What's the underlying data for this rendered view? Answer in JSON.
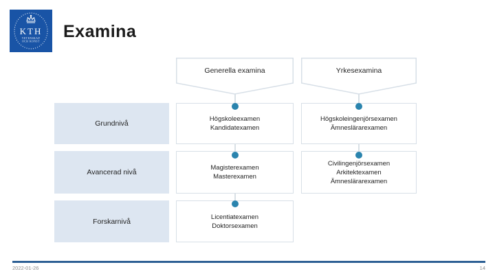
{
  "slide": {
    "title": "Examina",
    "date": "2022-01-26",
    "page_number": "14"
  },
  "logo": {
    "text": "KTH",
    "subtext1": "VETENSKAP",
    "subtext2": "OCH KONST"
  },
  "diagram": {
    "column_headers": [
      {
        "label": "Generella examina"
      },
      {
        "label": "Yrkesexamina"
      }
    ],
    "rows": [
      {
        "level": "Grundnivå",
        "generella": [
          "Högskoleexamen",
          "Kandidatexamen"
        ],
        "yrkes": [
          "Högskoleingenjörsexamen",
          "Ämneslärarexamen"
        ]
      },
      {
        "level": "Avancerad nivå",
        "generella": [
          "Magisterexamen",
          "Masterexamen"
        ],
        "yrkes": [
          "Civilingenjörsexamen",
          "Arkitektexamen",
          "Ämneslärarexamen"
        ]
      },
      {
        "level": "Forskarnivå",
        "generella": [
          "Licentiatexamen",
          "Doktorsexamen"
        ],
        "yrkes": []
      }
    ]
  },
  "colors": {
    "kth_blue": "#1954A6",
    "dot_teal": "#2a84ae",
    "connector_gray": "#d9e0e6",
    "level_box_bg": "#dde6f1",
    "footer_line_blue": "#2e6094"
  }
}
